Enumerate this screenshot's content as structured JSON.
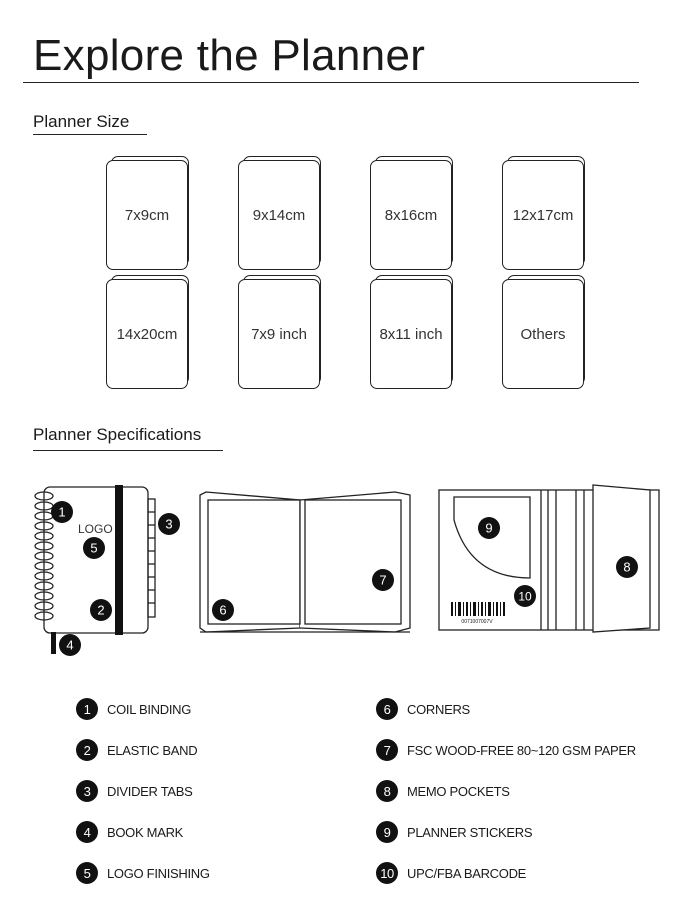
{
  "header": {
    "title": "Explore the Planner"
  },
  "sections": {
    "size": "Planner Size",
    "specs": "Planner Specifications"
  },
  "sizes": [
    "7x9cm",
    "9x14cm",
    "8x16cm",
    "12x17cm",
    "14x20cm",
    "7x9 inch",
    "8x11 inch",
    "Others"
  ],
  "diagram": {
    "logo_text": "LOGO",
    "barcode_text": "0071007007V"
  },
  "callouts": [
    "1",
    "2",
    "3",
    "4",
    "5",
    "6",
    "7",
    "8",
    "9",
    "10"
  ],
  "legend": [
    {
      "num": "1",
      "label": "COIL BINDING"
    },
    {
      "num": "2",
      "label": "ELASTIC BAND"
    },
    {
      "num": "3",
      "label": "DIVIDER TABS"
    },
    {
      "num": "4",
      "label": "BOOK MARK"
    },
    {
      "num": "5",
      "label": "LOGO FINISHING"
    },
    {
      "num": "6",
      "label": "CORNERS"
    },
    {
      "num": "7",
      "label": "FSC WOOD-FREE 80~120 GSM PAPER"
    },
    {
      "num": "8",
      "label": "MEMO POCKETS"
    },
    {
      "num": "9",
      "label": "PLANNER STICKERS"
    },
    {
      "num": "10",
      "label": "UPC/FBA BARCODE"
    }
  ]
}
